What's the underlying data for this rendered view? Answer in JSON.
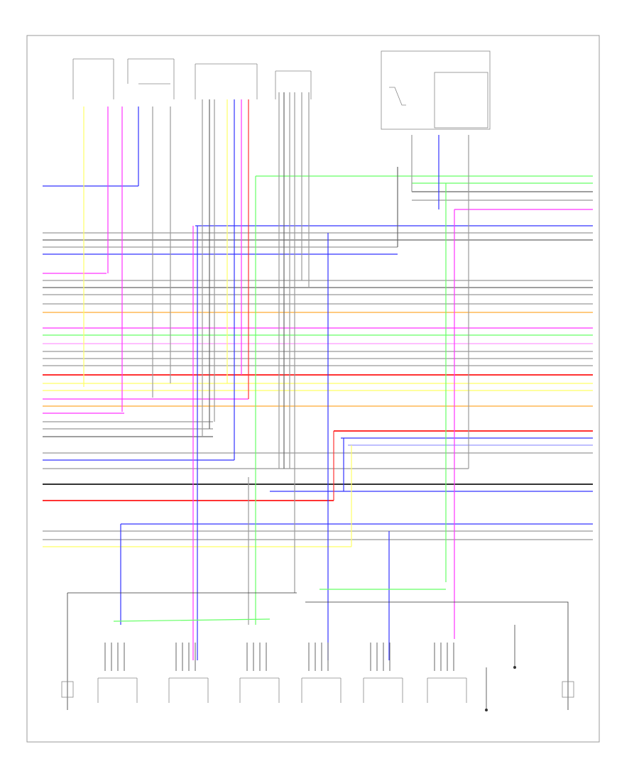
{
  "diagram": {
    "footer_code": "",
    "top_connectors": [
      {
        "id": "c1",
        "label": ""
      },
      {
        "id": "c2",
        "label": ""
      },
      {
        "id": "c3",
        "label": ""
      },
      {
        "id": "c4",
        "label": ""
      },
      {
        "id": "c5",
        "label": ""
      }
    ],
    "bottom_components": [
      {
        "id": "b1",
        "label": ""
      },
      {
        "id": "b2",
        "label": ""
      },
      {
        "id": "b3",
        "label": ""
      },
      {
        "id": "b4",
        "label": ""
      },
      {
        "id": "b5",
        "label": ""
      },
      {
        "id": "b6",
        "label": ""
      },
      {
        "id": "b7",
        "label": ""
      },
      {
        "id": "b8",
        "label": ""
      },
      {
        "id": "b9",
        "label": ""
      },
      {
        "id": "b10",
        "label": ""
      }
    ],
    "wire_colors": {
      "yellow": "#ffff66",
      "magenta": "#ff33ff",
      "blue": "#3333ff",
      "gray": "#999999",
      "darkgray": "#666666",
      "green": "#66ff66",
      "red": "#ff3333",
      "orange": "#ffaa33",
      "lightblue": "#9999ff",
      "pink": "#ff99ff",
      "black": "#333333"
    }
  }
}
